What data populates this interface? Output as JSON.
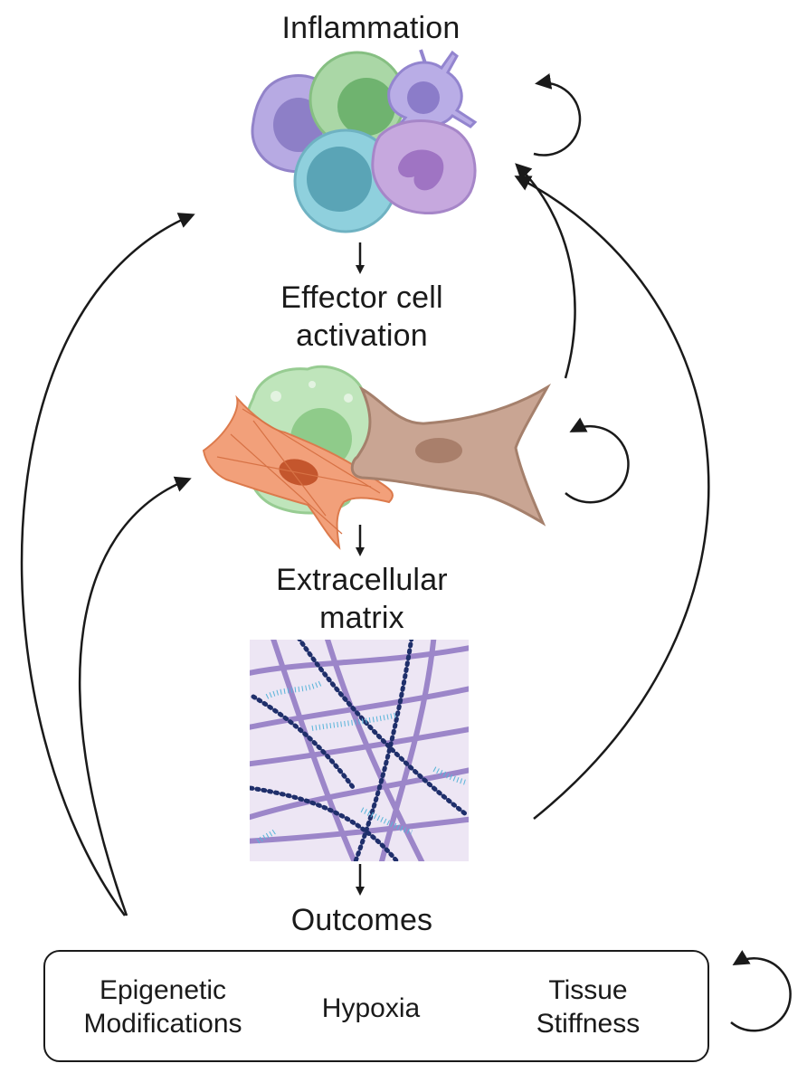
{
  "stages": {
    "inflammation": "Inflammation",
    "effector_line1": "Effector cell",
    "effector_line2": "activation",
    "ecm_line1": "Extracellular",
    "ecm_line2": "matrix",
    "outcomes": "Outcomes"
  },
  "outcome_items": {
    "epigenetic_line1": "Epigenetic",
    "epigenetic_line2": "Modifications",
    "hypoxia": "Hypoxia",
    "stiffness_line1": "Tissue",
    "stiffness_line2": "Stiffness"
  },
  "colors": {
    "arrow": "#1a1a1a",
    "immune_purple": "#a99ad9",
    "immune_green": "#9fcf9a",
    "immune_teal": "#7ec3d3",
    "fibroblast_orange": "#ef9467",
    "myofibroblast_tan": "#c9a593",
    "ecm_background": "#ede6f4",
    "collagen": "#9c86c9",
    "elastin_dots": "#1f2f6b",
    "proteoglycan": "#57b4d9"
  }
}
